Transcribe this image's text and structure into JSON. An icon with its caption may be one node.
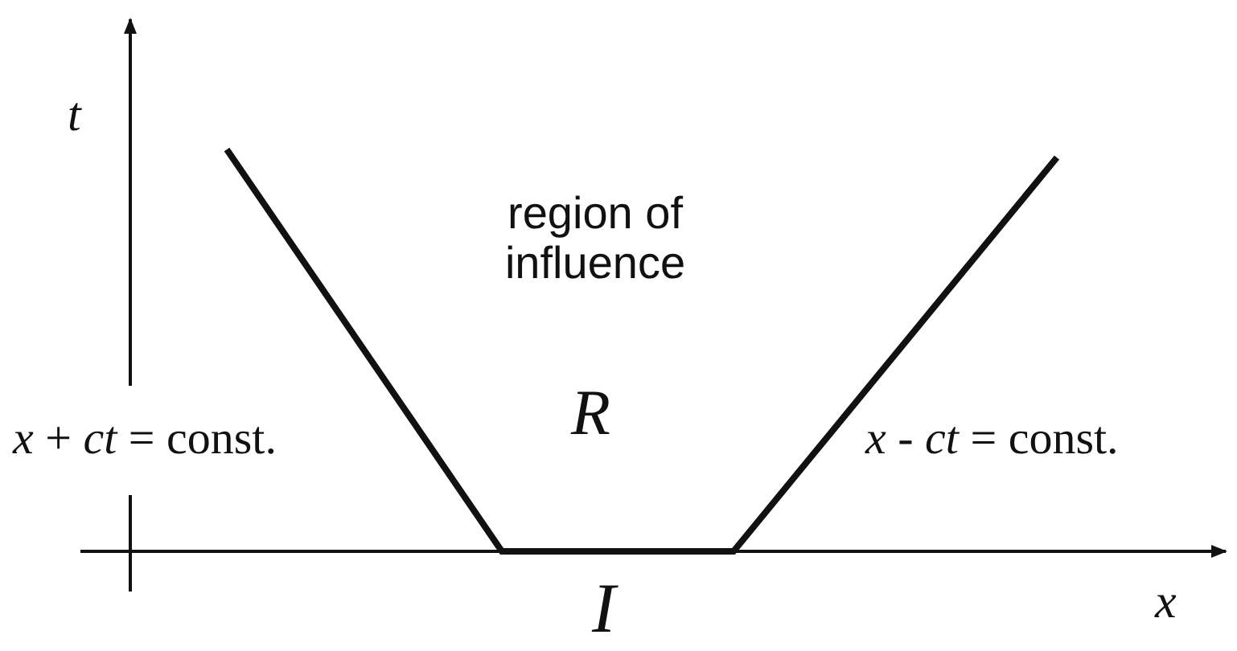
{
  "diagram": {
    "labels": [
      "*t*",
      "region of influence",
      "*R*",
      "*x* + *ct* = const.",
      "*x* - *ct* = const.",
      "*I*",
      "*x*"
    ]
  }
}
